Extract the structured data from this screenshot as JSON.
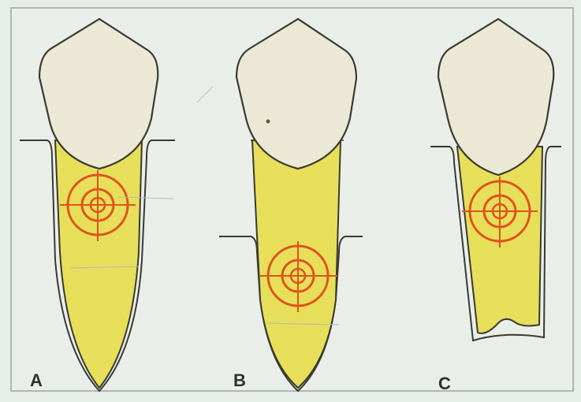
{
  "panels": [
    {
      "label": "A"
    },
    {
      "label": "B"
    },
    {
      "label": "C"
    }
  ],
  "colors": {
    "crown": "#ebe9d6",
    "root": "#e7df5a",
    "outline": "#3a3a30",
    "target": "#e0521c",
    "background": "#e6ece8"
  }
}
